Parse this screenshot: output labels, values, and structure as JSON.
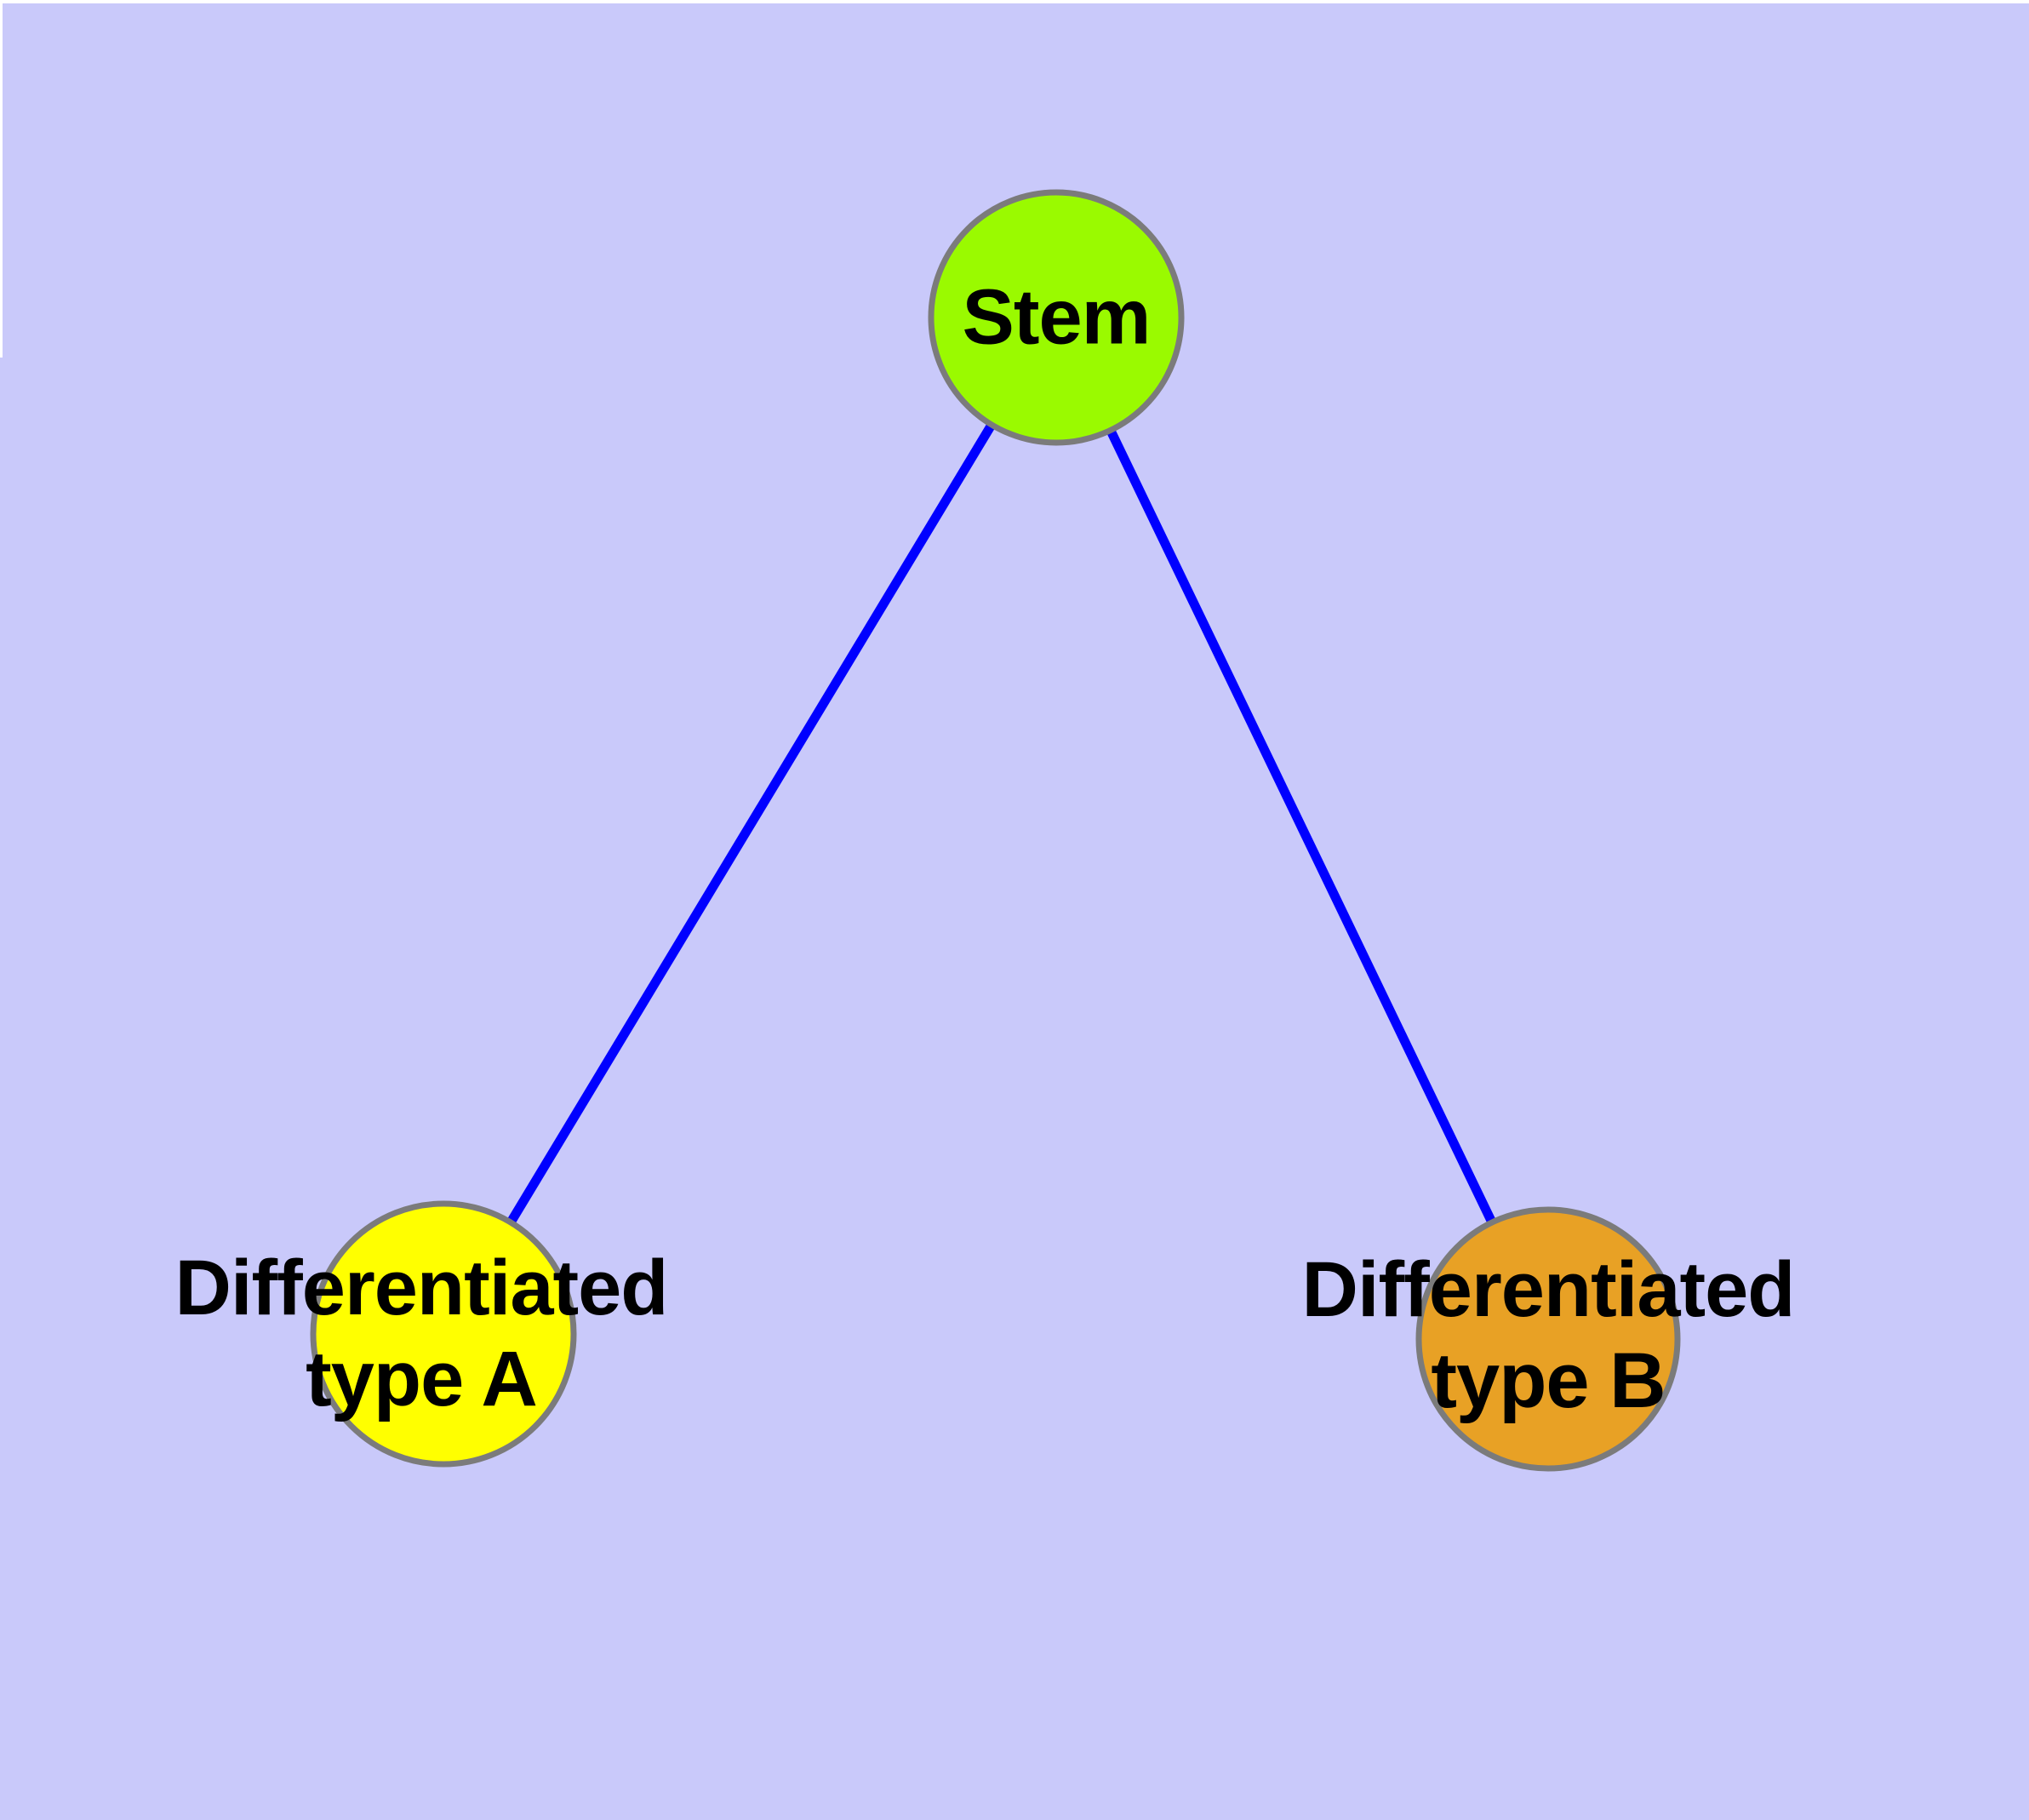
{
  "diagram": {
    "background_color": "#C9C9FA",
    "top_margin_color": "#FFFFFF",
    "edge_color": "#0000FF",
    "node_border_color": "#7B7B7B",
    "label_color": "#000000",
    "nodes": [
      {
        "id": "stem",
        "label": "Stem",
        "color": "#9AFA00"
      },
      {
        "id": "type-a",
        "label": "Differentiated\ntype A",
        "color": "#FFFF00"
      },
      {
        "id": "type-b",
        "label": "Differentiated\ntype B",
        "color": "#E8A125"
      }
    ],
    "edges": [
      {
        "from": "stem",
        "to": "type-a"
      },
      {
        "from": "stem",
        "to": "type-b"
      }
    ]
  }
}
